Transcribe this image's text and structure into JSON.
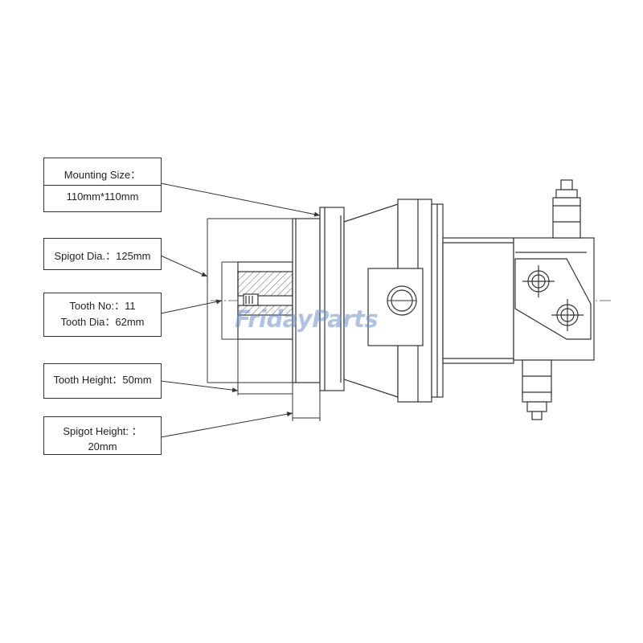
{
  "labels": {
    "mounting_size": {
      "line1": "Mounting Size：",
      "line2": "110mm*110mm"
    },
    "spigot_dia": "Spigot Dia.：125mm",
    "tooth": {
      "line1": "Tooth No:：11",
      "line2": "Tooth Dia：62mm"
    },
    "tooth_height": "Tooth Height：50mm",
    "spigot_height": {
      "line1": "Spigot Height: ：",
      "line2": "20mm"
    }
  },
  "watermark": {
    "part1": "Friday",
    "part2": "Parts",
    "accent_color": "#f0a53a",
    "color": "#6f93c9"
  },
  "colors": {
    "line": "#333333",
    "fill_dark": "#cfcfcf",
    "hatch": "#555555"
  }
}
